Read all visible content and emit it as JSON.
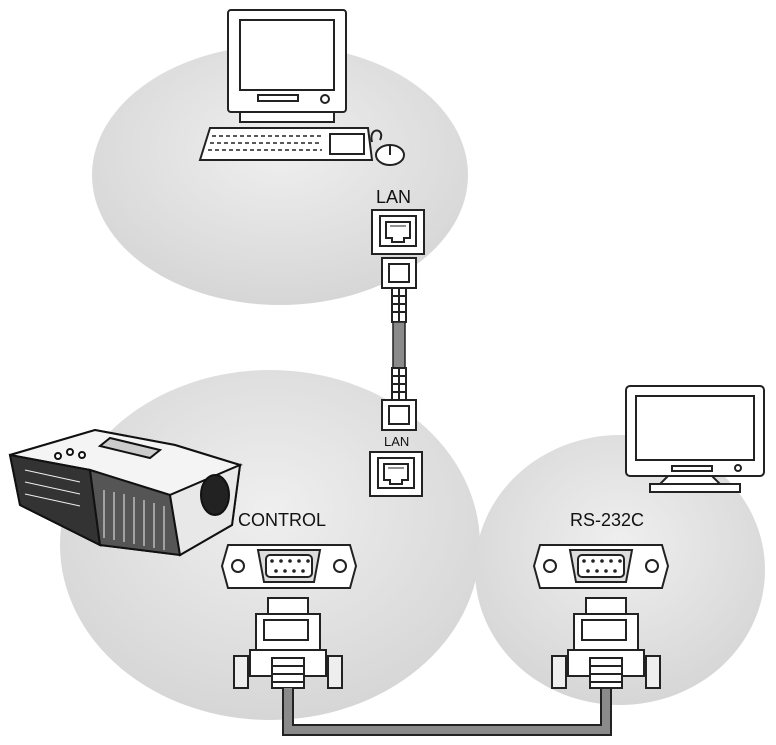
{
  "labels": {
    "lan_top": "LAN",
    "lan_bottom": "LAN",
    "control": "CONTROL",
    "rs232c": "RS-232C"
  },
  "colors": {
    "zone_fill": "#e2e2e2",
    "cable_gray": "#8a8a8a",
    "outline": "#222222"
  }
}
